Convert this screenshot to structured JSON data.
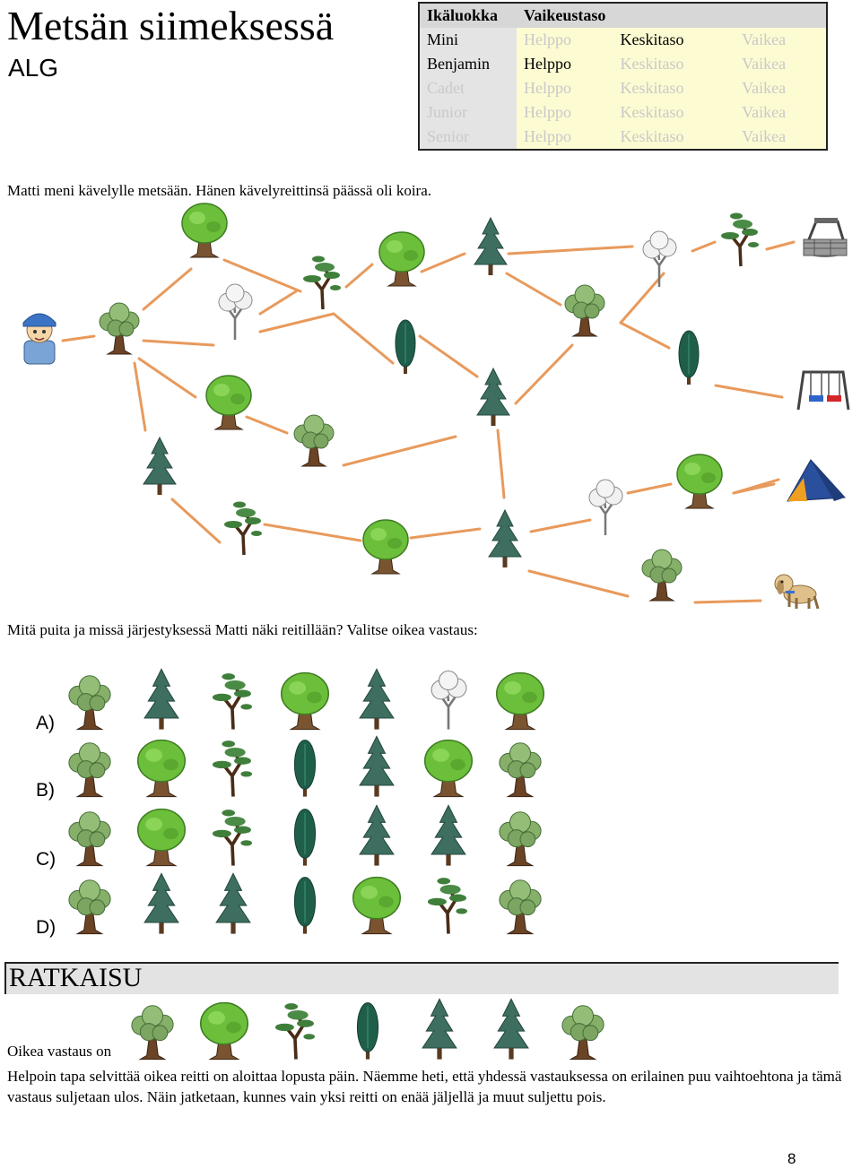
{
  "header": {
    "title": "Metsän siimeksessä",
    "subtitle": "ALG"
  },
  "levels_table": {
    "headers": [
      "Ikäluokka",
      "Vaikeustaso"
    ],
    "difficulty_names": [
      "Helppo",
      "Keskitaso",
      "Vaikea"
    ],
    "rows": [
      {
        "age": "Mini",
        "age_active": true,
        "active_difficulty": 1
      },
      {
        "age": "Benjamin",
        "age_active": true,
        "active_difficulty": 0
      },
      {
        "age": "Cadet",
        "age_active": false,
        "active_difficulty": -1
      },
      {
        "age": "Junior",
        "age_active": false,
        "active_difficulty": -1
      },
      {
        "age": "Senior",
        "age_active": false,
        "active_difficulty": -1
      }
    ]
  },
  "intro_text": "Matti meni kävelylle metsään. Hänen kävelyreittinsä päässä oli koira.",
  "question_text": "Mitä puita ja missä järjestyksessä Matti näki reitillään? Valitse oikea vastaus:",
  "tree_types": {
    "oak": "bushy-oak-tree-icon",
    "broad": "broad-green-tree-icon",
    "pine": "twisted-pine-tree-icon",
    "spruce": "spruce-tree-icon",
    "cypress": "cypress-tree-icon",
    "bare": "bare-white-tree-icon"
  },
  "options": [
    {
      "label": "A)",
      "trees": [
        "oak",
        "spruce",
        "pine",
        "broad",
        "spruce",
        "bare",
        "broad"
      ]
    },
    {
      "label": "B)",
      "trees": [
        "oak",
        "broad",
        "pine",
        "cypress",
        "spruce",
        "broad",
        "oak"
      ]
    },
    {
      "label": "C)",
      "trees": [
        "oak",
        "broad",
        "pine",
        "cypress",
        "spruce",
        "spruce",
        "oak"
      ]
    },
    {
      "label": "D)",
      "trees": [
        "oak",
        "spruce",
        "spruce",
        "cypress",
        "broad",
        "pine",
        "oak"
      ]
    }
  ],
  "solution": {
    "heading": "RATKAISU",
    "answer_label": "Oikea vastaus on",
    "answer_trees": [
      "oak",
      "broad",
      "pine",
      "cypress",
      "spruce",
      "spruce",
      "oak"
    ],
    "explanation": "Helpoin tapa selvittää oikea reitti on aloittaa lopusta päin. Näemme heti, että yhdessä vastauksessa on erilainen puu vaihtoehtona ja tämä vastaus suljetaan ulos. Näin jatketaan, kunnes vain yksi reitti on enää jäljellä ja muut suljettu pois."
  },
  "colors": {
    "path": "#e89a5c",
    "table_header": "#d7d7d7",
    "table_cell": "#fdfbd2",
    "solution_bar": "#e3e3e3"
  },
  "page_number": "8"
}
